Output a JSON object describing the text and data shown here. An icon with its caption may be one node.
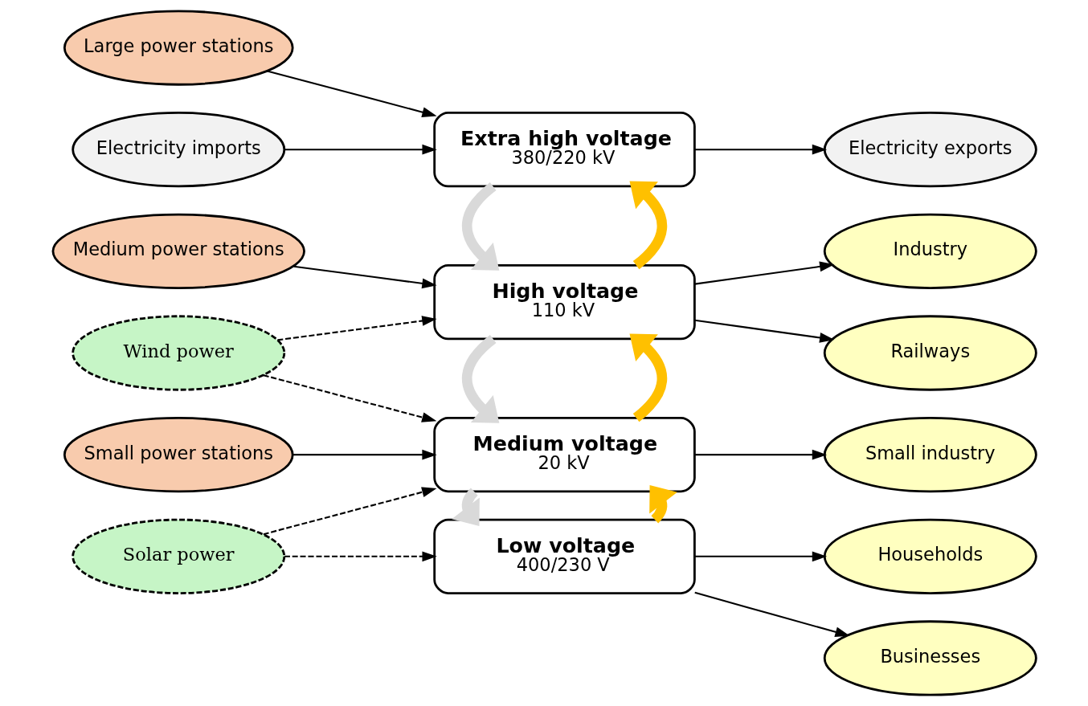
{
  "diagram": {
    "nodes": [
      {
        "text": [
          "Large power stations"
        ]
      },
      {
        "text": [
          "Electricity imports"
        ]
      },
      {
        "text": [
          "Extra high voltage",
          "380/220 kV"
        ]
      },
      {
        "text": [
          "Electricity exports"
        ]
      },
      {
        "text": [
          "Medium power stations"
        ]
      },
      {
        "text": [
          "Wind power"
        ]
      },
      {
        "text": [
          "High voltage",
          "110 kV"
        ]
      },
      {
        "text": [
          "Industry"
        ]
      },
      {
        "text": [
          "Railways"
        ]
      },
      {
        "text": [
          "Small power stations"
        ]
      },
      {
        "text": [
          "Medium voltage",
          "20 kV"
        ]
      },
      {
        "text": [
          "Small industry"
        ]
      },
      {
        "text": [
          "Solar power"
        ]
      },
      {
        "text": [
          "Low voltage",
          "400/230 V"
        ]
      },
      {
        "text": [
          "Households"
        ]
      },
      {
        "text": [
          "Businesses"
        ]
      }
    ],
    "edges": [
      {
        "from": 0,
        "to": 2,
        "arrow": "to"
      },
      {
        "from": 1,
        "to": 2,
        "arrow": "to"
      },
      {
        "from": 2,
        "to": 3,
        "arrow": "to"
      },
      {
        "from": 6,
        "to": 2,
        "arrow": "to",
        "style": "thick",
        "color": "#ffc000"
      },
      {
        "from": 2,
        "to": 6,
        "arrow": "to",
        "style": "thick",
        "color": "#d9d9d9"
      },
      {
        "from": 4,
        "to": 6,
        "arrow": "to"
      },
      {
        "from": 5,
        "to": 6,
        "arrow": "to",
        "style": "dashed"
      },
      {
        "from": 6,
        "to": 7,
        "arrow": "to"
      },
      {
        "from": 6,
        "to": 8,
        "arrow": "to"
      },
      {
        "from": 10,
        "to": 6,
        "arrow": "to",
        "style": "thick",
        "color": "#ffc000"
      },
      {
        "from": 6,
        "to": 10,
        "arrow": "to",
        "style": "thick",
        "color": "#d9d9d9"
      },
      {
        "from": 5,
        "to": 10,
        "arrow": "to",
        "style": "dashed"
      },
      {
        "from": 9,
        "to": 10,
        "arrow": "to"
      },
      {
        "from": 12,
        "to": 10,
        "arrow": "to",
        "style": "dashed"
      },
      {
        "from": 10,
        "to": 11,
        "arrow": "to"
      },
      {
        "from": 13,
        "to": 10,
        "arrow": "to",
        "style": "thick",
        "color": "#ffc000"
      },
      {
        "from": 10,
        "to": 13,
        "arrow": "to",
        "style": "thick",
        "color": "#d9d9d9"
      },
      {
        "from": 12,
        "to": 13,
        "arrow": "to",
        "style": "dashed"
      },
      {
        "from": 13,
        "to": 14,
        "arrow": "to"
      },
      {
        "from": 13,
        "to": 15,
        "arrow": "to"
      }
    ]
  }
}
